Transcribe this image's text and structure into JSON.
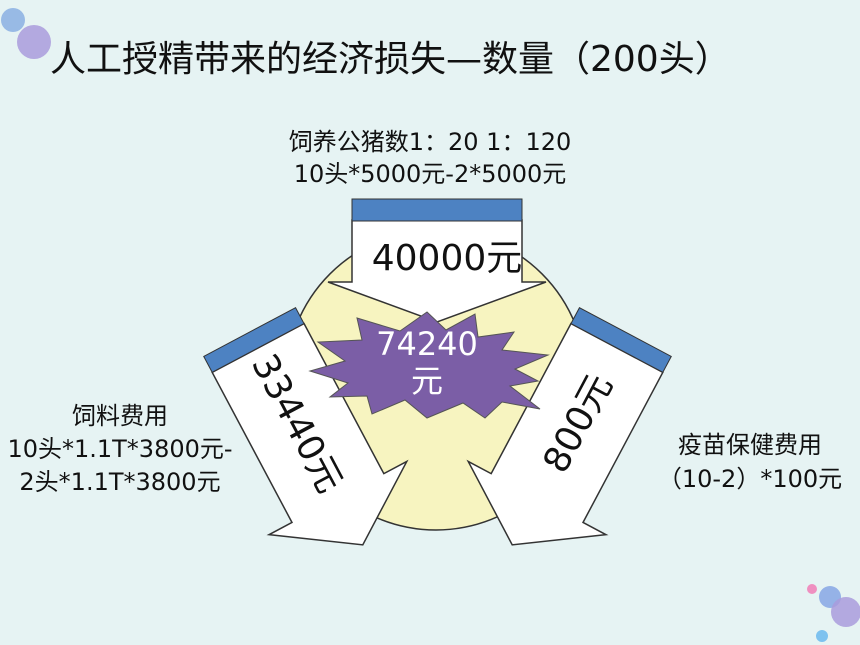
{
  "title": "人工授精带来的经济损失—数量（200头）",
  "center": {
    "value": "74240",
    "unit": "元"
  },
  "top_arrow": {
    "value": "40000元",
    "caption_line1": "饲养公猪数1：20    1：120",
    "caption_line2": "10头*5000元-2*5000元"
  },
  "left_arrow": {
    "value": "33440元",
    "caption_line1": "饲料费用",
    "caption_line2": "10头*1.1T*3800元-",
    "caption_line3": "2头*1.1T*3800元"
  },
  "right_arrow": {
    "value": "800元",
    "caption_line1": "疫苗保健费用",
    "caption_line2": "（10-2）*100元"
  },
  "colors": {
    "background": "#e6f3f3",
    "circle": "#f7f4c0",
    "burst": "#7b5ea6",
    "arrow_cap": "#4d82c2",
    "arrow_body": "#ffffff"
  }
}
